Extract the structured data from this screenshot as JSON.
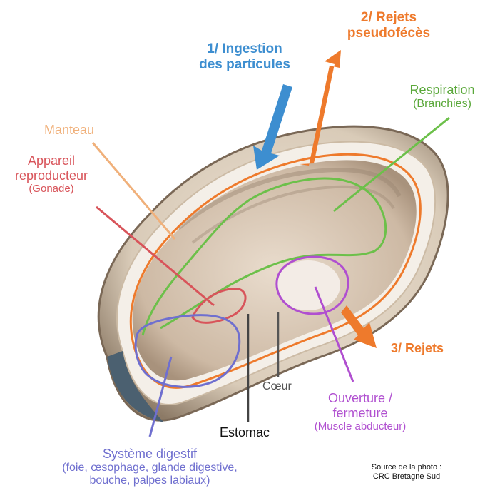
{
  "labels": {
    "ingestion": {
      "line1": "1/ Ingestion",
      "line2": "des particules"
    },
    "rejets_pseudo": {
      "line1": "2/ Rejets",
      "line2": "pseudofécès"
    },
    "rejets": "3/ Rejets",
    "respiration": {
      "title": "Respiration",
      "sub": "(Branchies)"
    },
    "manteau": "Manteau",
    "appareil": {
      "line1": "Appareil",
      "line2": "reproducteur",
      "sub": "(Gonade)"
    },
    "coeur": "Cœur",
    "ouverture": {
      "line1": "Ouverture /",
      "line2": "fermeture",
      "sub": "(Muscle abducteur)"
    },
    "estomac": "Estomac",
    "systeme": {
      "title": "Système digestif",
      "sub1": "(foie, œsophage, glande digestive,",
      "sub2": "bouche, palpes labiaux)"
    },
    "source": {
      "line1": "Source de la photo :",
      "line2": "CRC Bretagne Sud"
    }
  },
  "colors": {
    "blue": "#3d8ed0",
    "orange": "#ee7a2c",
    "green": "#6cc04a",
    "green_label": "#5aa83a",
    "peach": "#f0b07a",
    "red": "#d8545a",
    "purple": "#b04fd0",
    "violet": "#6f6fcf",
    "grey": "#444444",
    "black": "#111111"
  }
}
